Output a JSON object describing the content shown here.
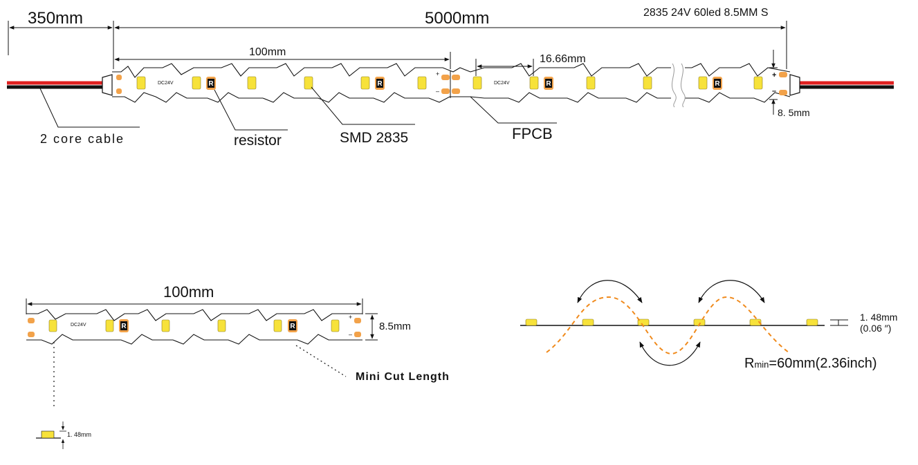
{
  "colors": {
    "line": "#111111",
    "led": "#f7e23a",
    "pad": "#f2a24a",
    "cable_red": "#e02020",
    "cable_black": "#111111",
    "wave": "#f08a1c",
    "resistor": "#111111"
  },
  "header": {
    "product_code": "2835 24V 60led 8.5MM S"
  },
  "dimensions": {
    "cable_length": "350mm",
    "strip_length": "5000mm",
    "segment_length": "100mm",
    "led_pitch": "16.66mm",
    "strip_width": "8.5mm",
    "strip_width_spaced": "8. 5mm"
  },
  "labels": {
    "cable": "2 core cable",
    "resistor": "resistor",
    "smd": "SMD 2835",
    "fpcb": "FPCB",
    "dc_marking": "DC24V",
    "resistor_mark": "R",
    "plus": "+",
    "minus": "–"
  },
  "segment_detail": {
    "length": "100mm",
    "width": "8.5mm",
    "mini_cut": "Mini Cut Length",
    "led_height": "1. 48mm"
  },
  "bend_detail": {
    "led_height": "1. 48mm",
    "led_height_inch": "(0.06 ″)",
    "rmin_prefix": "R",
    "rmin_sub": "min",
    "rmin_value": "=60mm(2.36inch)"
  }
}
